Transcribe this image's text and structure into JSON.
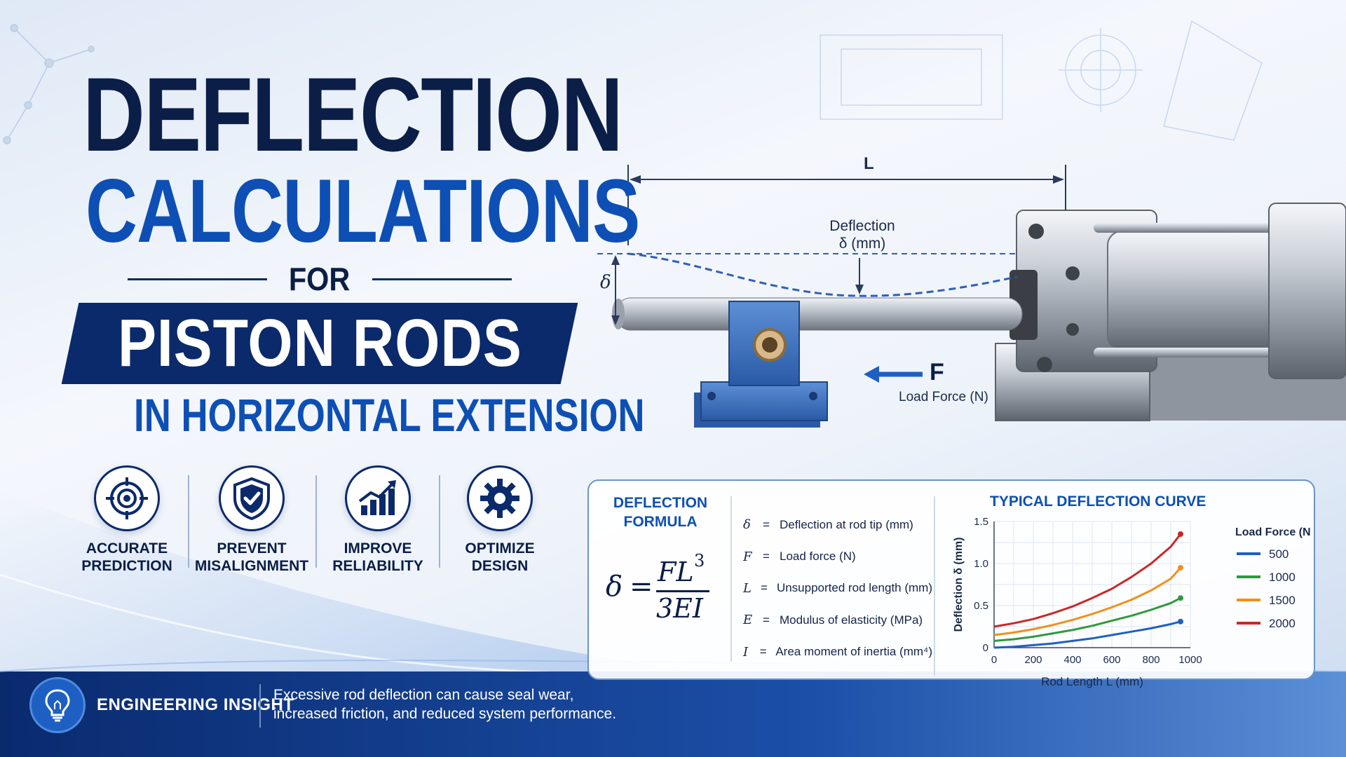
{
  "title": {
    "line1": "DEFLECTION",
    "line2": "CALCULATIONS",
    "for": "FOR",
    "banner": "PISTON RODS",
    "subtitle": "IN HORIZONTAL EXTENSION"
  },
  "features": [
    {
      "icon": "target-icon",
      "line1": "ACCURATE",
      "line2": "PREDICTION"
    },
    {
      "icon": "shield-check-icon",
      "line1": "PREVENT",
      "line2": "MISALIGNMENT"
    },
    {
      "icon": "bar-chart-growth-icon",
      "line1": "IMPROVE",
      "line2": "RELIABILITY"
    },
    {
      "icon": "gear-icon",
      "line1": "OPTIMIZE",
      "line2": "DESIGN"
    }
  ],
  "diagram": {
    "length_label": "L",
    "delta_label": "δ",
    "deflection_label_1": "Deflection",
    "deflection_label_2": "δ (mm)",
    "force_label": "F",
    "force_caption": "Load Force (N)"
  },
  "formula_panel": {
    "title_1": "DEFLECTION",
    "title_2": "FORMULA",
    "lhs": "δ",
    "eq": "=",
    "numerator": "FL",
    "exponent": "3",
    "denominator": "3EI",
    "variables": [
      {
        "sym": "δ",
        "eq": "=",
        "desc": "Deflection at rod tip (mm)"
      },
      {
        "sym": "F",
        "eq": "=",
        "desc": "Load force (N)"
      },
      {
        "sym": "L",
        "eq": "=",
        "desc": "Unsupported rod length (mm)"
      },
      {
        "sym": "E",
        "eq": "=",
        "desc": "Modulus of elasticity (MPa)"
      },
      {
        "sym": "I",
        "eq": "=",
        "desc": "Area moment of inertia (mm⁴)"
      }
    ]
  },
  "chart_data": {
    "type": "line",
    "title": "TYPICAL DEFLECTION CURVE",
    "xlabel": "Rod Length L (mm)",
    "ylabel": "Deflection δ (mm)",
    "xlim": [
      0,
      1000
    ],
    "ylim": [
      0,
      1.5
    ],
    "xticks": [
      "0",
      "200",
      "400",
      "600",
      "800",
      "1000"
    ],
    "yticks": [
      "0",
      "0.5",
      "1.0",
      "1.5"
    ],
    "grid": true,
    "legend_title": "Load Force (N)",
    "legend_position": "right",
    "x": [
      0,
      100,
      200,
      300,
      400,
      500,
      600,
      700,
      800,
      900,
      950
    ],
    "series": [
      {
        "name": "500",
        "color": "#1f5fc4",
        "values": [
          0.0,
          0.01,
          0.03,
          0.05,
          0.08,
          0.11,
          0.15,
          0.19,
          0.23,
          0.28,
          0.31
        ]
      },
      {
        "name": "1000",
        "color": "#2e9a3e",
        "values": [
          0.08,
          0.1,
          0.13,
          0.17,
          0.21,
          0.26,
          0.32,
          0.38,
          0.45,
          0.53,
          0.59
        ]
      },
      {
        "name": "1500",
        "color": "#f0901c",
        "values": [
          0.15,
          0.18,
          0.22,
          0.27,
          0.33,
          0.4,
          0.48,
          0.57,
          0.68,
          0.82,
          0.95
        ]
      },
      {
        "name": "2000",
        "color": "#cc2727",
        "values": [
          0.25,
          0.29,
          0.34,
          0.41,
          0.49,
          0.59,
          0.7,
          0.84,
          1.0,
          1.2,
          1.35
        ]
      }
    ]
  },
  "insight": {
    "label": "ENGINEERING INSIGHT",
    "text_line1": "Excessive rod deflection can cause seal wear,",
    "text_line2": "increased friction, and reduced system performance."
  }
}
